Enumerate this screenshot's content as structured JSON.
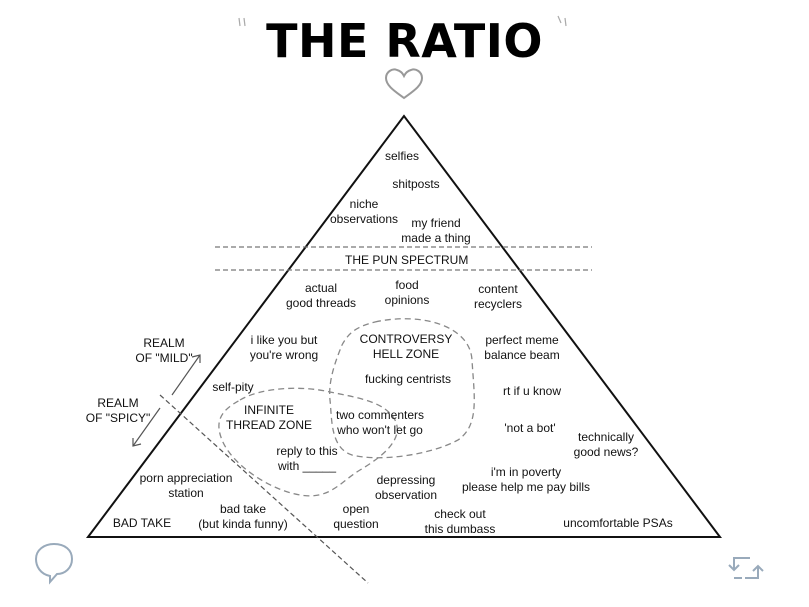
{
  "title": "THE RATIO",
  "pun_band": "THE PUN SPECTRUM",
  "icons": {
    "top": "heart-icon",
    "bottom_left": "reply-bubble-icon",
    "bottom_right": "retweet-icon"
  },
  "axis_labels": {
    "mild": "REALM\nOF \"MILD\"",
    "spicy": "REALM\nOF \"SPICY\""
  },
  "items": {
    "selfies": "selfies",
    "shitposts": "shitposts",
    "niche": "niche\nobservations",
    "friend": "my friend\nmade a thing",
    "actual": "actual\ngood threads",
    "food": "food\nopinions",
    "content": "content\nrecyclers",
    "ilike": "i like you but\nyou're wrong",
    "controversy": "CONTROVERSY\nHELL ZONE",
    "meme": "perfect meme\nbalance beam",
    "centrists": "fucking centrists",
    "rtif": "rt if u know",
    "selfpity": "self-pity",
    "infinite": "INFINITE\nTHREAD ZONE",
    "two": "two commenters\nwho won't let go",
    "notabot": "'not a bot'",
    "technically": "technically\ngood news?",
    "reply": "reply to this\nwith _____",
    "poverty": "i'm in poverty\nplease help me pay bills",
    "porn": "porn appreciation\nstation",
    "depressing": "depressing\nobservation",
    "badtake": "BAD TAKE",
    "badtakefunny": "bad take\n(but kinda funny)",
    "openq": "open\nquestion",
    "checkout": "check out\nthis dumbass",
    "psas": "uncomfortable PSAs"
  }
}
